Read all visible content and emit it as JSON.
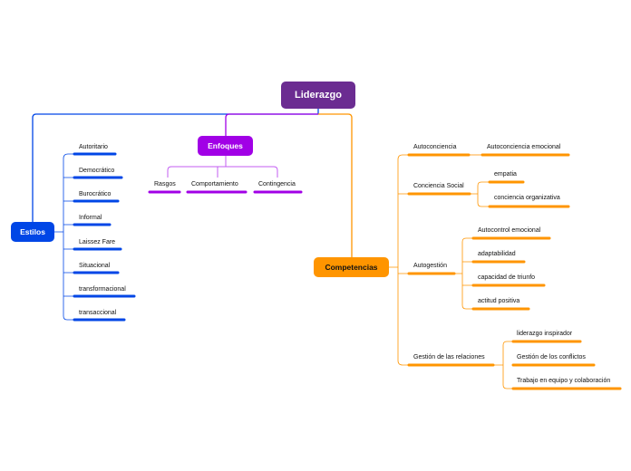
{
  "root": {
    "label": "Liderazgo",
    "color": "#6b2c91"
  },
  "branches": {
    "enfoques": {
      "label": "Enfoques",
      "color": "#a100e6",
      "items": [
        "Rasgos",
        "Comportamiento",
        "Contingencia"
      ]
    },
    "estilos": {
      "label": "Estilos",
      "color": "#0046e6",
      "items": [
        "Autoritario",
        "Democrático",
        "Burocrático",
        "Informal",
        "Laissez Fare",
        "Situacional",
        "transformacional",
        "transaccional"
      ]
    },
    "competencias": {
      "label": "Competencias",
      "color": "#ff9500",
      "groups": [
        {
          "label": "Autoconciencia",
          "items": [
            "Autoconciencia emocional"
          ]
        },
        {
          "label": "Conciencia Social",
          "items": [
            "empatia",
            "conciencia organizativa"
          ]
        },
        {
          "label": "Autogestión",
          "items": [
            "Autocontrol emocional",
            "adaptabilidad",
            "capacidad de triunfo",
            "actitud positiva"
          ]
        },
        {
          "label": "Gestión de las relaciones",
          "items": [
            "liderazgo inspirador",
            "Gestión de los conflictos",
            "Trabajo en equipo y colaboración"
          ]
        }
      ]
    }
  }
}
